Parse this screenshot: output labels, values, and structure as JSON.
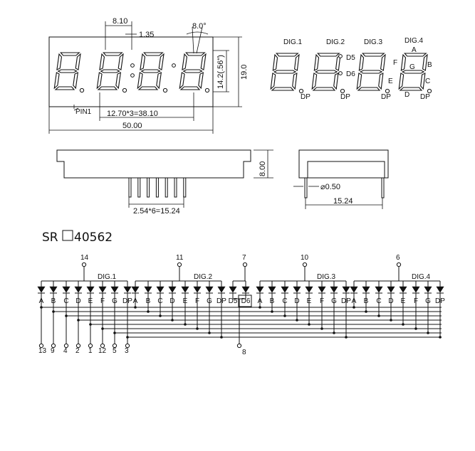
{
  "top_view": {
    "dim_seg_width": "8.10",
    "dim_seg_gap": "1.35",
    "dim_angle": "8.0°",
    "dim_digit_height": "14.2(.56\")",
    "dim_height": "19.0",
    "pin1_label": "PIN1",
    "dim_pitch": "12.70*3=38.10",
    "dim_width": "50.00"
  },
  "side_view": {
    "dim_body_height": "8.00",
    "dim_pin_pitch": "2.54*6=15.24",
    "dim_pin_dia": "⌀0.50",
    "dim_row_spacing": "15.24"
  },
  "pinout_view": {
    "digit_labels": [
      "DIG.1",
      "DIG.2",
      "DIG.3",
      "DIG.4"
    ],
    "dp_label": "DP",
    "d5_label": "D5",
    "d6_label": "D6",
    "segment_letters": {
      "A": "A",
      "B": "B",
      "C": "C",
      "D": "D",
      "E": "E",
      "F": "F",
      "G": "G"
    }
  },
  "part_number": {
    "prefix": "SR",
    "suffix": "40562"
  },
  "schematic": {
    "group_labels": [
      "DIG.1",
      "DIG.2",
      "DIG.3",
      "DIG.4"
    ],
    "common_pins": [
      "14",
      "11",
      "7",
      "10",
      "6"
    ],
    "bottom_pins": [
      "13",
      "9",
      "4",
      "2",
      "1",
      "12",
      "5",
      "3",
      "8"
    ],
    "diode_labels": {
      "g1": [
        "A",
        "B",
        "C",
        "D",
        "E",
        "F",
        "G",
        "DP"
      ],
      "g2": [
        "A",
        "B",
        "C",
        "D",
        "E",
        "F",
        "G",
        "DP"
      ],
      "mid": [
        "D5",
        "D6"
      ],
      "g3": [
        "A",
        "B",
        "C",
        "D",
        "E",
        "F",
        "G",
        "DP"
      ],
      "g4": [
        "A",
        "B",
        "C",
        "D",
        "E",
        "F",
        "G",
        "DP"
      ]
    }
  }
}
